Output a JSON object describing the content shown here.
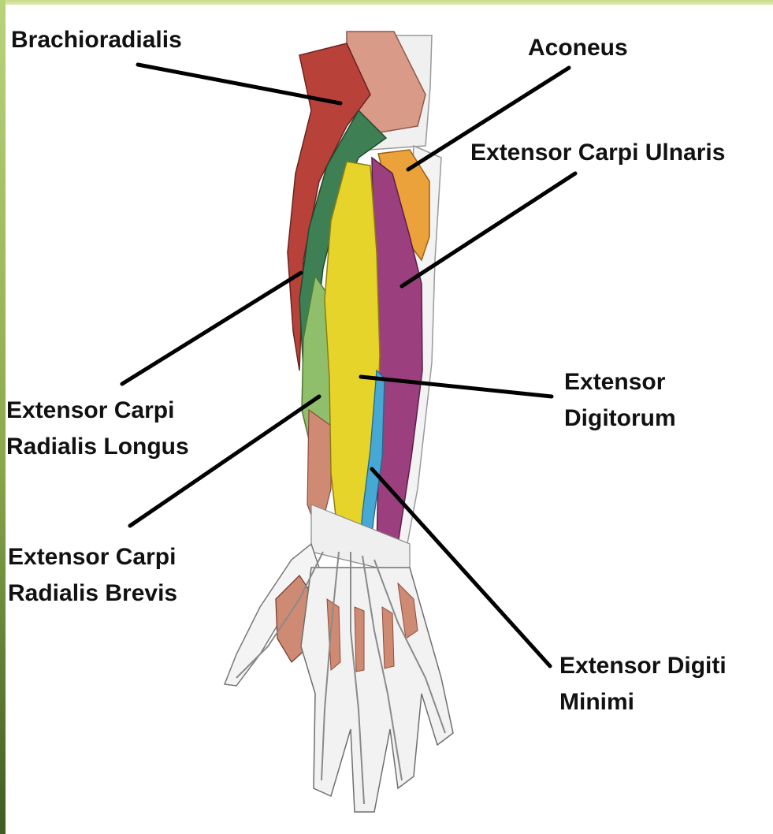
{
  "colors": {
    "frame_green": "#b9d37a",
    "brachioradialis": "#b8413a",
    "ecr_longus": "#3f7f54",
    "ecr_brevis": "#8fbf6a",
    "ext_digitorum": "#e6d42a",
    "ext_carpi_ulnaris": "#9c3f7e",
    "aconeus": "#eca23a",
    "ext_digiti_minimi": "#48a8d4",
    "bone": "#f2f2f2",
    "tendon": "#f7f7f7",
    "muscle_other": "#cf8a73"
  },
  "labels": {
    "brachioradialis": "Brachioradialis",
    "aconeus": "Aconeus",
    "ext_carpi_ulnaris": "Extensor Carpi Ulnaris",
    "ecr_longus_1": "Extensor Carpi",
    "ecr_longus_2": "Radialis Longus",
    "ext_digitorum_1": "Extensor",
    "ext_digitorum_2": "Digitorum",
    "ecr_brevis_1": "Extensor Carpi",
    "ecr_brevis_2": "Radialis Brevis",
    "ext_digiti_minimi_1": "Extensor Digiti",
    "ext_digiti_minimi_2": "Minimi"
  }
}
